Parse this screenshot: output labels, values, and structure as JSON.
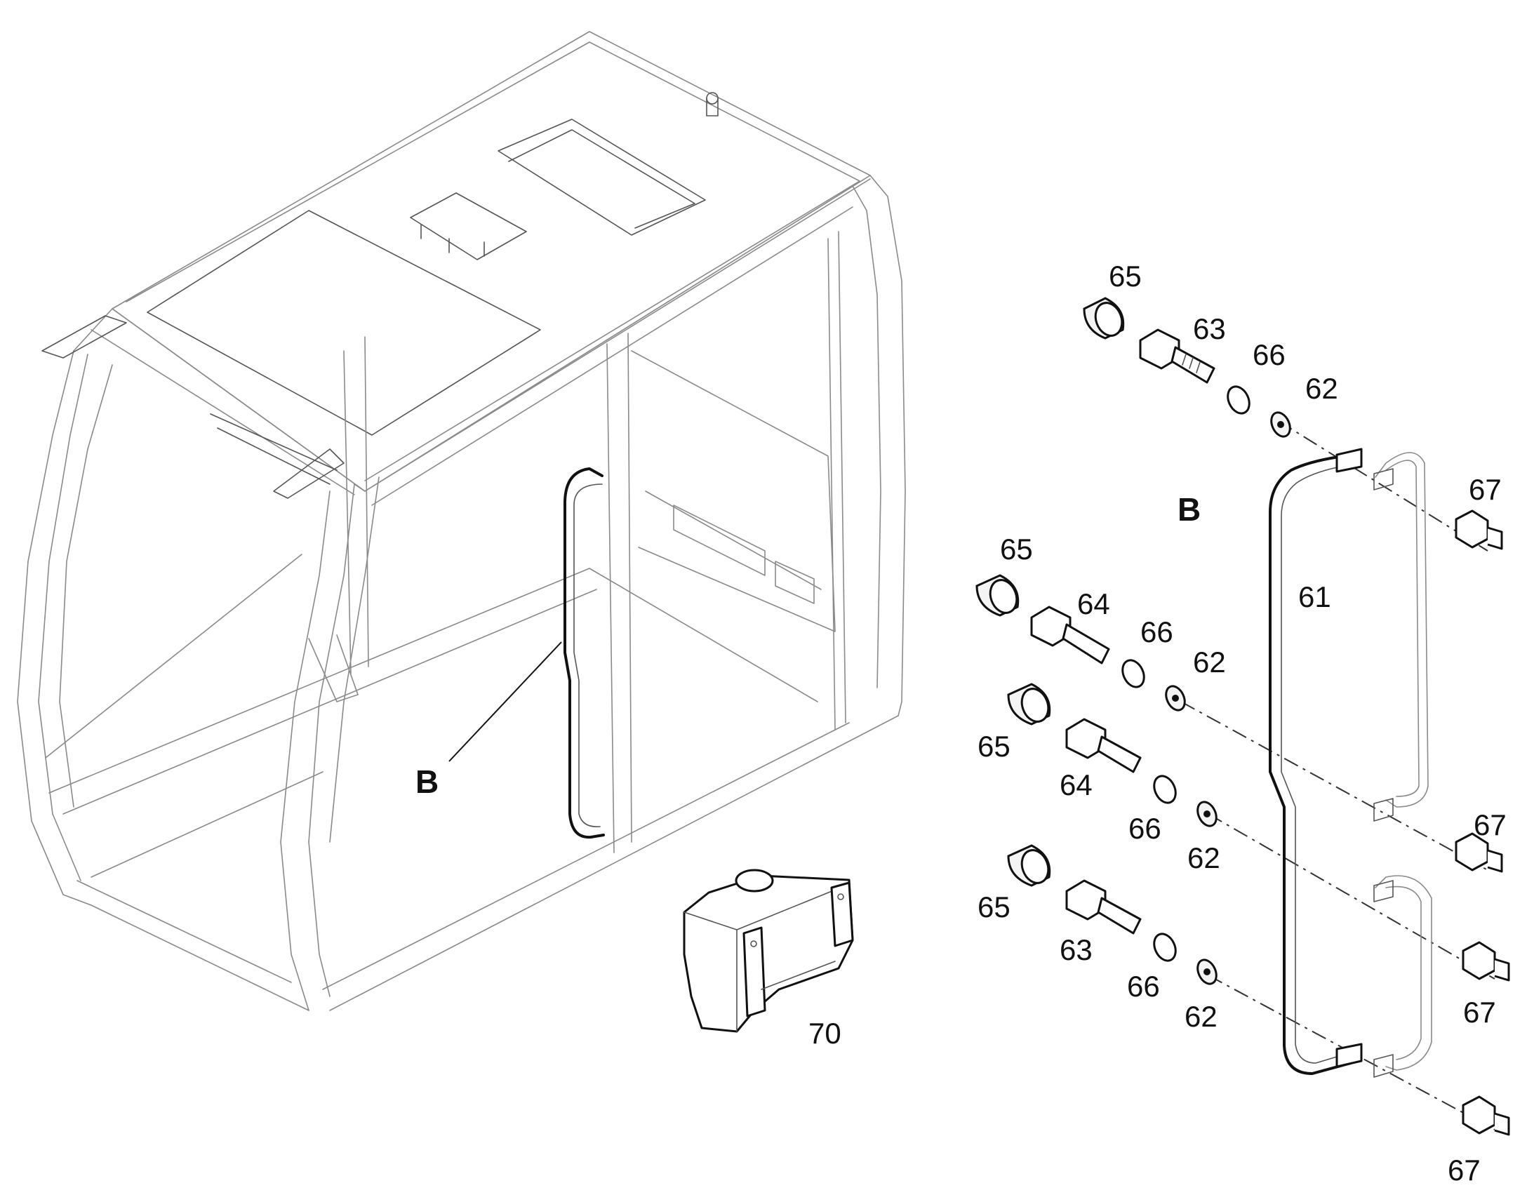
{
  "callouts": {
    "detail_b_main": "B",
    "detail_b_exploded": "B",
    "handrail": "61",
    "washer_top": "62",
    "washer_mid1": "62",
    "washer_mid2": "62",
    "washer_bottom": "62",
    "bolt_top": "63",
    "bolt_bottom": "63",
    "bolt_mid1": "64",
    "bolt_mid2": "64",
    "cap_top": "65",
    "cap_mid1": "65",
    "cap_mid2": "65",
    "cap_bottom": "65",
    "lockwasher_top": "66",
    "lockwasher_mid1": "66",
    "lockwasher_mid2": "66",
    "lockwasher_bottom": "66",
    "nut_top": "67",
    "nut_mid1": "67",
    "nut_mid2": "67",
    "nut_bottom": "67",
    "bottle": "70"
  }
}
